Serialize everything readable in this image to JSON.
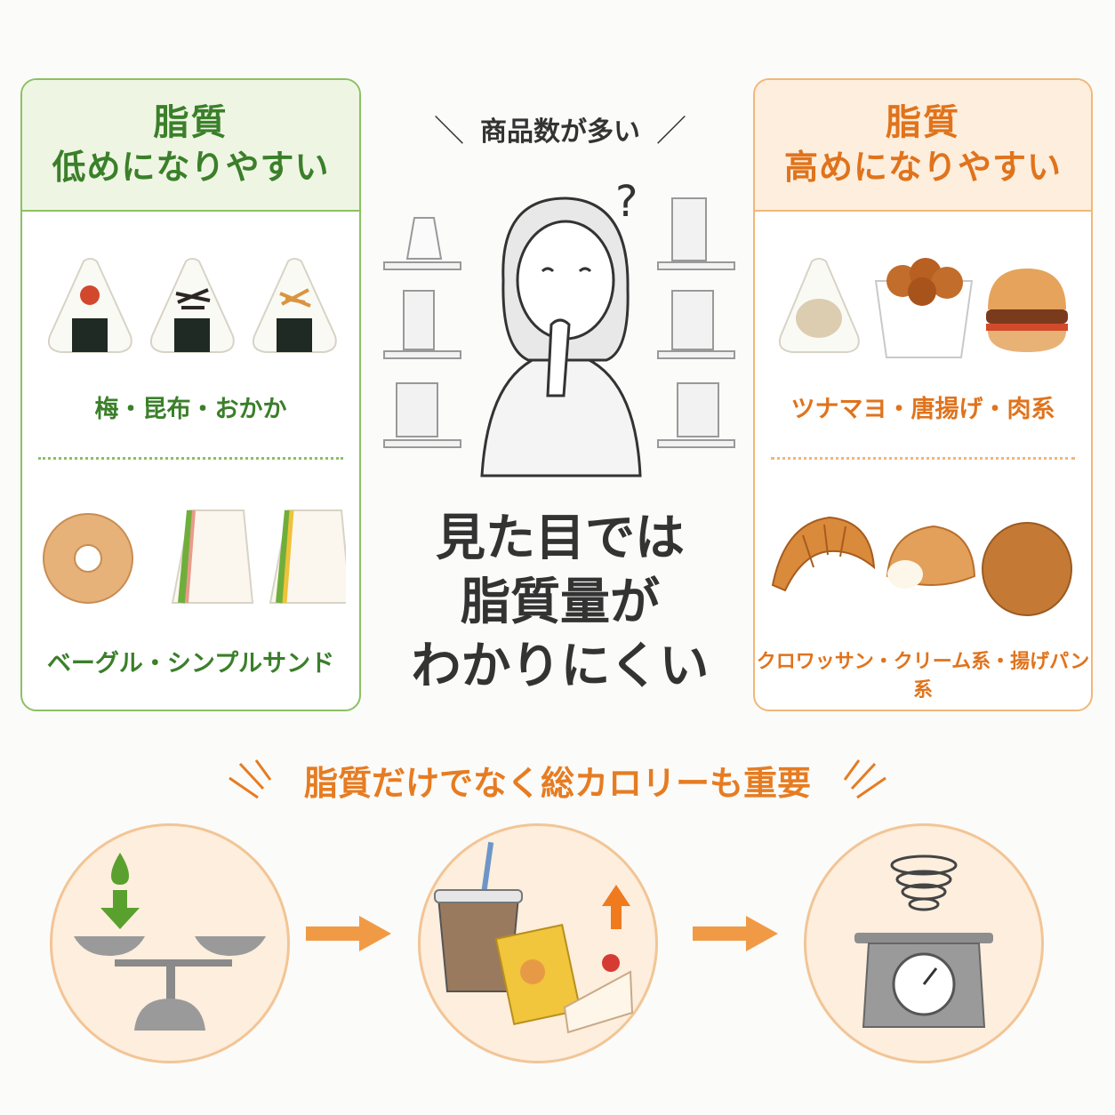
{
  "left_panel": {
    "title_line1": "脂質",
    "title_line2": "低めになりやすい",
    "caption1": "梅・昆布・おかか",
    "caption2": "ベーグル・シンプルサンド"
  },
  "right_panel": {
    "title_line1": "脂質",
    "title_line2": "高めになりやすい",
    "caption1": "ツナマヨ・唐揚げ・肉系",
    "caption2": "クロワッサン・クリーム系・揚げパン系"
  },
  "center": {
    "top_label": "商品数が多い",
    "question_mark": "?",
    "main_line1": "見た目では",
    "main_line2": "脂質量が",
    "main_line3": "わかりにくい"
  },
  "banner": {
    "text": "脂質だけでなく総カロリーも重要"
  },
  "colors": {
    "green": "#3b7f2a",
    "green_border": "#8cc062",
    "orange": "#e0731c",
    "orange_border": "#f2b777",
    "circle_fill": "#fdeedd"
  },
  "icons": [
    "rice-ball-icon",
    "sandwich-icon",
    "bagel-icon",
    "fried-chicken-icon",
    "burger-icon",
    "croissant-icon",
    "cream-bread-icon",
    "fried-bread-icon",
    "thinking-woman-icon",
    "store-shelf-icon",
    "balance-scale-icon",
    "drink-snack-cake-icon",
    "weighing-scale-icon",
    "arrow-right-icon"
  ]
}
